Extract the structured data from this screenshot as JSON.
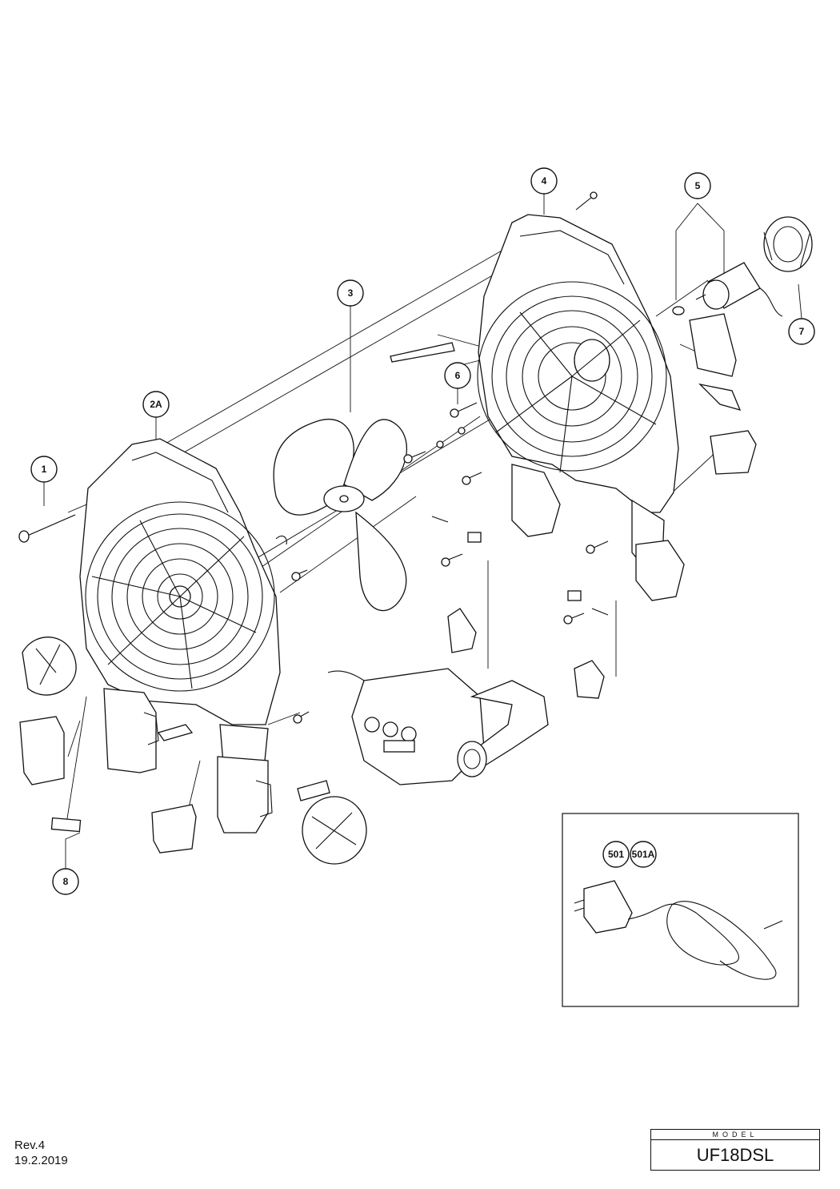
{
  "callouts": [
    {
      "label": "1"
    },
    {
      "label": "2A"
    },
    {
      "label": "3"
    },
    {
      "label": "4"
    },
    {
      "label": "5"
    },
    {
      "label": "6"
    },
    {
      "label": "7"
    },
    {
      "label": "8"
    },
    {
      "label": "501"
    },
    {
      "label": "501A"
    }
  ],
  "footer": {
    "revision": "Rev.4",
    "date": "19.2.2019",
    "model_caption": "MODEL",
    "model_number": "UF18DSL"
  }
}
